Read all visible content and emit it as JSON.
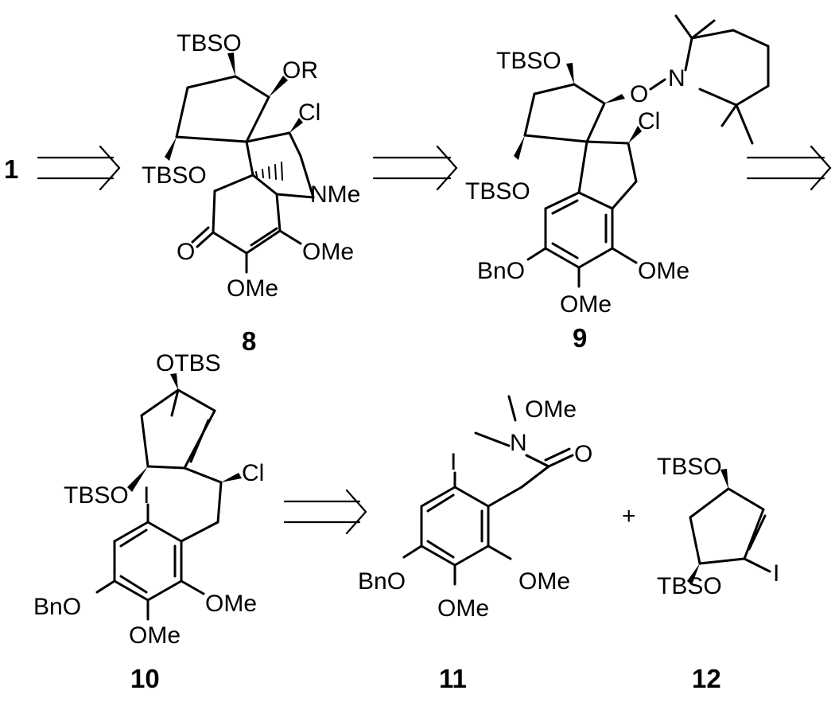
{
  "compounds": {
    "c1": "1",
    "c8": "8",
    "c9": "9",
    "c10": "10",
    "c11": "11",
    "c12": "12"
  },
  "plus": "+",
  "labels": {
    "TBSO": "TBSO",
    "OTBS": "OTBS",
    "OR": "OR",
    "Cl": "Cl",
    "NMe": "NMe",
    "O": "O",
    "OMe": "OMe",
    "BnO": "BnO",
    "N": "N",
    "I": "I"
  }
}
